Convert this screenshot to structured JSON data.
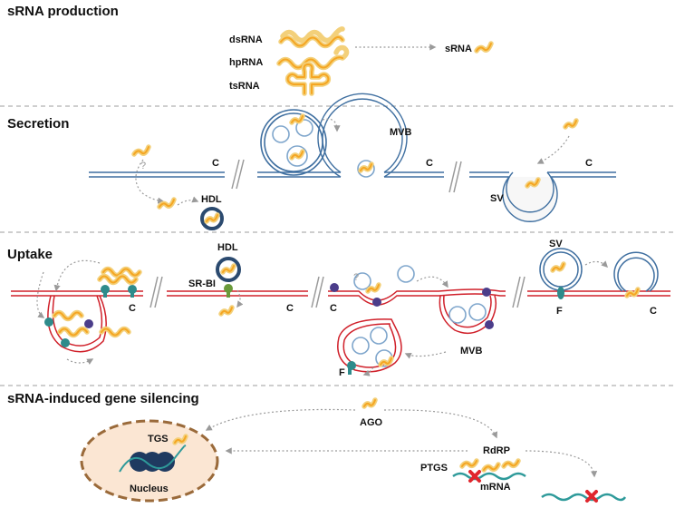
{
  "sections": {
    "production": "sRNA production",
    "secretion": "Secretion",
    "uptake": "Uptake",
    "silencing": "sRNA-induced gene silencing"
  },
  "labels": {
    "dsRNA": "dsRNA",
    "hpRNA": "hpRNA",
    "tsRNA": "tsRNA",
    "sRNA": "sRNA",
    "C": "C",
    "HDL": "HDL",
    "MVB": "MVB",
    "SV": "SV",
    "SR_BI": "SR-BI",
    "F": "F",
    "question": "?",
    "AGO": "AGO",
    "TGS": "TGS",
    "Nucleus": "Nucleus",
    "RdRP": "RdRP",
    "PTGS": "PTGS",
    "mRNA": "mRNA"
  },
  "colors": {
    "rna_outer": "#f3d07a",
    "rna_inner": "#f5a623",
    "membrane_blue": "#3f6fa0",
    "membrane_red": "#d0202a",
    "hdl": "#2b4a6f",
    "teal": "#2e8b8b",
    "purple": "#4b3d8a",
    "green": "#6a9a3a",
    "nucleus_fill": "#fbe6d3",
    "nucleus_border": "#9a6a3a",
    "chromatin": "#1f3a60",
    "mrna": "#2e9a9a",
    "cross": "#e0262d"
  },
  "icons": [
    "dsrna-icon",
    "hprna-icon",
    "tsrna-icon",
    "hdl-particle-icon",
    "vesicle-icon",
    "receptor-icon",
    "x-mark-icon"
  ]
}
